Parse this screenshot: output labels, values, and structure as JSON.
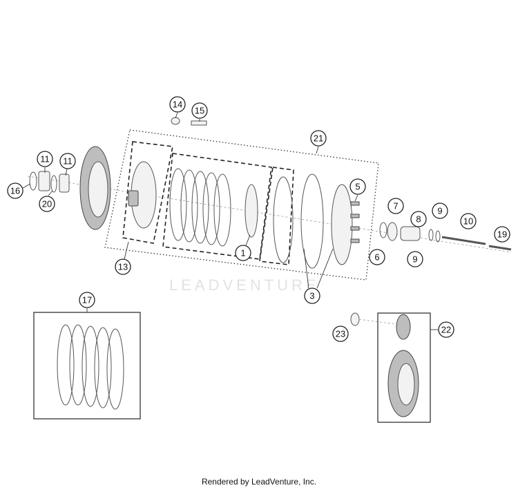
{
  "watermark": "LEADVENTURE",
  "footer": "Rendered by LeadVenture, Inc.",
  "callouts": [
    "1",
    "3",
    "5",
    "6",
    "7",
    "8",
    "9",
    "9",
    "10",
    "11",
    "11",
    "13",
    "14",
    "15",
    "16",
    "17",
    "19",
    "20",
    "21",
    "22",
    "23"
  ]
}
